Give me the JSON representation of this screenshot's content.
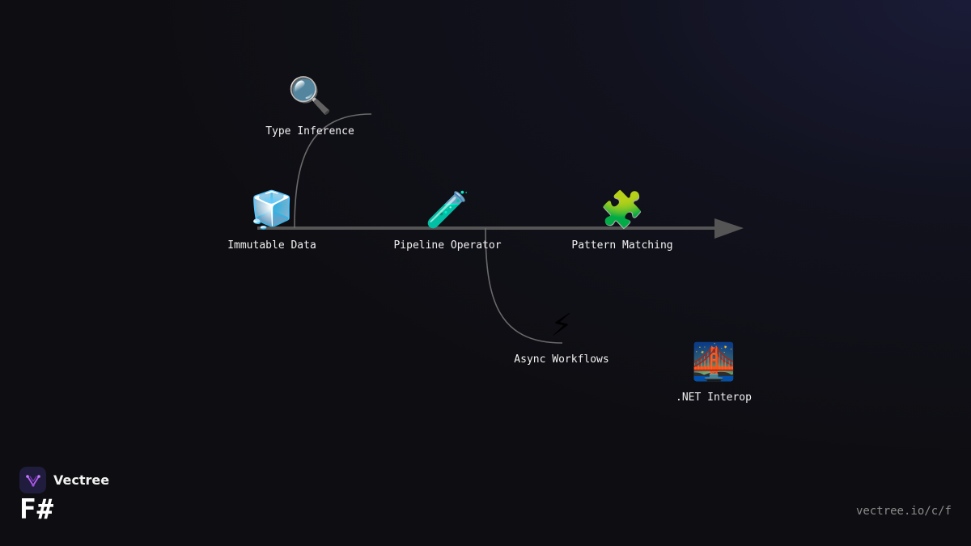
{
  "nodes": [
    {
      "id": "type-inference",
      "label": "Type Inference",
      "icon": "🔍",
      "icon_name": "magnifying-glass-icon"
    },
    {
      "id": "immutable-data",
      "label": "Immutable Data",
      "icon": "🧊",
      "icon_name": "ice-cube-icon"
    },
    {
      "id": "pipeline-operator",
      "label": "Pipeline Operator",
      "icon": "🧪",
      "icon_name": "test-tube-icon"
    },
    {
      "id": "pattern-matching",
      "label": "Pattern Matching",
      "icon": "🧩",
      "icon_name": "puzzle-piece-icon"
    },
    {
      "id": "async-workflows",
      "label": "Async Workflows",
      "icon": "⚡",
      "icon_name": "lightning-icon"
    },
    {
      "id": "net-interop",
      "label": ".NET Interop",
      "icon": "🌉",
      "icon_name": "bridge-at-night-icon"
    }
  ],
  "branding": {
    "name": "Vectree",
    "topic": "F#",
    "url": "vectree.io/c/f"
  },
  "colors": {
    "background": "#0e0e12",
    "axis": "#555555",
    "connector": "#6a6a6a",
    "label": "#f2f2f2",
    "logo_bg": "#201c3e",
    "logo_accent": "#b45cf0",
    "url": "#8b8b8b"
  }
}
